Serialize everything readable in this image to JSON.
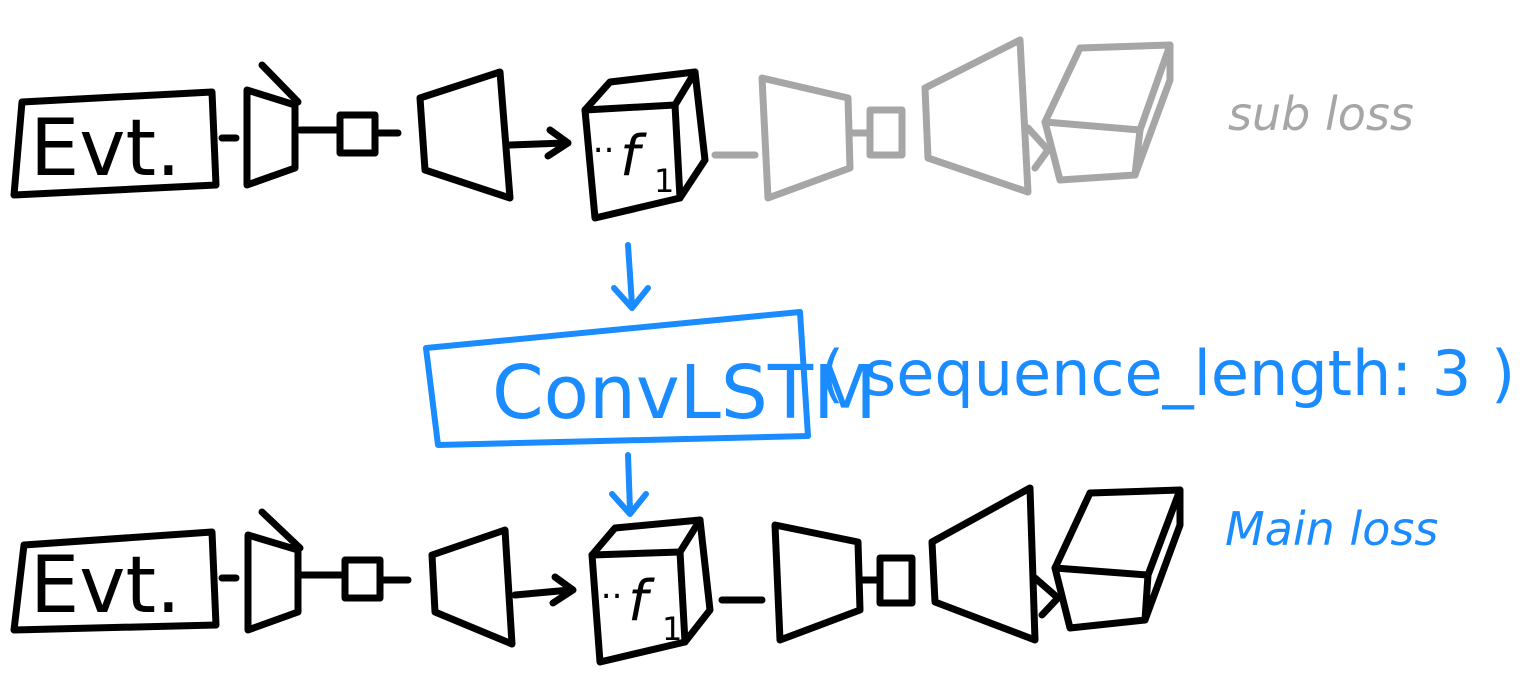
{
  "colors": {
    "ink": "#000000",
    "faded": "#a6a6a6",
    "accent": "#1a8cff",
    "background": "#ffffff"
  },
  "top_pipeline": {
    "input_label": "Evt.",
    "feature_label": "f",
    "feature_subscript": "1",
    "feature_dots": "...",
    "loss_label": "sub loss"
  },
  "middle": {
    "module_label": "ConvLSTM",
    "param_text": "( sequence_length: 3 )"
  },
  "bottom_pipeline": {
    "input_label": "Evt.",
    "feature_label": "f",
    "feature_subscript": "1",
    "feature_dots": "...",
    "loss_label": "Main loss"
  }
}
